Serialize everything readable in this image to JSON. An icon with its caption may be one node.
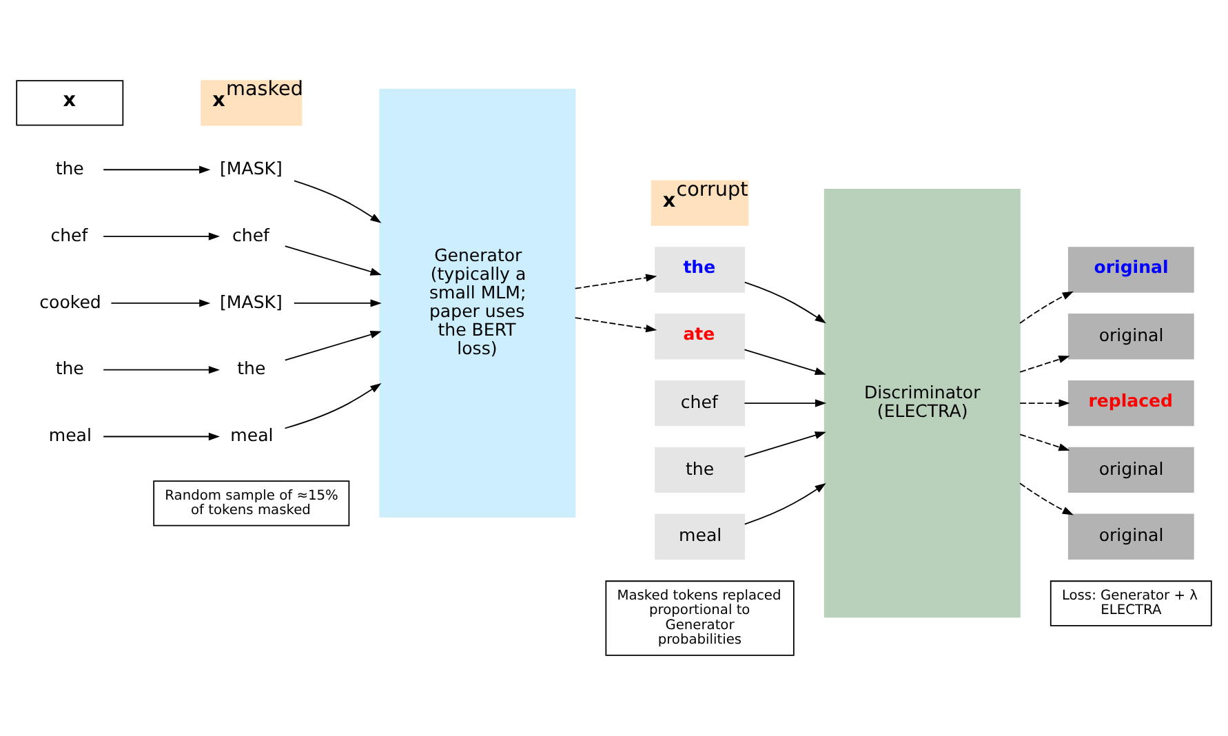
{
  "diagram": {
    "nodes": [
      {
        "text": [
          "Random sample of ≈15% of tokens masked"
        ]
      },
      {
        "text": [
          "Masked tokens replaced proportional to Generator probabilities"
        ]
      },
      {
        "text": [
          "Loss: Generator + λ ELECTRA"
        ]
      },
      {
        "text": [
          "the"
        ]
      },
      {
        "text": [
          "chef"
        ]
      },
      {
        "text": [
          "cooked"
        ]
      },
      {
        "text": [
          "the"
        ]
      },
      {
        "text": [
          "meal"
        ]
      },
      {
        "text": [
          "[MASK]"
        ]
      },
      {
        "text": [
          "chef"
        ]
      },
      {
        "text": [
          "[MASK]"
        ]
      },
      {
        "text": [
          "the"
        ]
      },
      {
        "text": [
          "meal"
        ]
      },
      {
        "text": [
          "Generator (typically a small MLM; paper uses the BERT loss)"
        ]
      },
      {
        "text": [
          "the"
        ]
      },
      {
        "text": [
          "chef"
        ]
      },
      {
        "text": [
          "ate"
        ]
      },
      {
        "text": [
          "the"
        ]
      },
      {
        "text": [
          "meal"
        ]
      },
      {
        "text": [
          "Discriminator (ELECTRA)"
        ]
      },
      {
        "text": [
          "original"
        ]
      },
      {
        "text": [
          "original"
        ]
      },
      {
        "text": [
          "replaced"
        ]
      },
      {
        "text": [
          "original"
        ]
      },
      {
        "text": [
          "original"
        ]
      },
      {
        "text": [
          "x"
        ]
      },
      {
        "text": [
          "**x**$^{masked}$"
        ]
      },
      {
        "text": [
          "**x**$^{corrupt}$"
        ]
      }
    ],
    "edges": [
      {
        "from": 3,
        "to": 8,
        "arrow": "to"
      },
      {
        "from": 4,
        "to": 9,
        "arrow": "to"
      },
      {
        "from": 5,
        "to": 10,
        "arrow": "to"
      },
      {
        "from": 6,
        "to": 11,
        "arrow": "to"
      },
      {
        "from": 7,
        "to": 12,
        "arrow": "to"
      },
      {
        "from": 8,
        "to": 13,
        "arrow": "to"
      },
      {
        "from": 9,
        "to": 13,
        "arrow": "to"
      },
      {
        "from": 10,
        "to": 13,
        "arrow": "to"
      },
      {
        "from": 11,
        "to": 13,
        "arrow": "to"
      },
      {
        "from": 12,
        "to": 13,
        "arrow": "to"
      },
      {
        "from": 13,
        "to": 14,
        "arrow": "to",
        "style": "dashed"
      },
      {
        "from": 13,
        "to": 16,
        "arrow": "to",
        "style": "dashed"
      },
      {
        "from": 14,
        "to": 19,
        "arrow": "to"
      },
      {
        "from": 15,
        "to": 19,
        "arrow": "to"
      },
      {
        "from": 16,
        "to": 19,
        "arrow": "to"
      },
      {
        "from": 17,
        "to": 19,
        "arrow": "to"
      },
      {
        "from": 18,
        "to": 19,
        "arrow": "to"
      },
      {
        "from": 19,
        "to": 20,
        "arrow": "to",
        "style": "dashed"
      },
      {
        "from": 19,
        "to": 21,
        "arrow": "to",
        "style": "dashed"
      },
      {
        "from": 19,
        "to": 22,
        "arrow": "to",
        "style": "dashed"
      },
      {
        "from": 19,
        "to": 23,
        "arrow": "to",
        "style": "dashed"
      },
      {
        "from": 19,
        "to": 24,
        "arrow": "to",
        "style": "dashed"
      }
    ]
  }
}
